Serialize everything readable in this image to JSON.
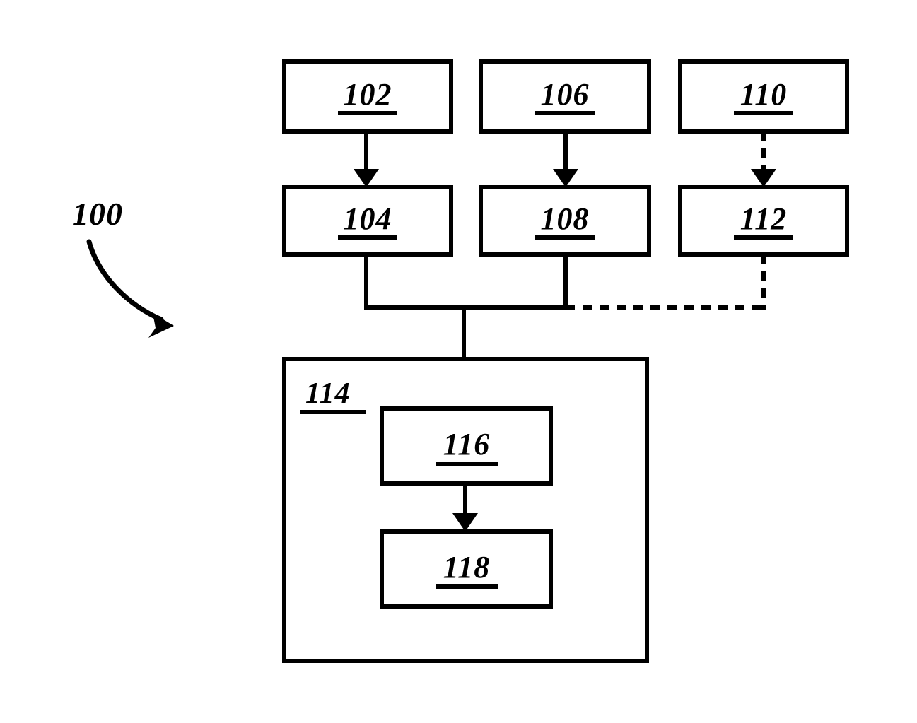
{
  "figure": {
    "title": "100",
    "figure_number_label": "100",
    "background_color": "#ffffff",
    "line_color": "#000000"
  },
  "nodes": {
    "n102": {
      "label": "102"
    },
    "n106": {
      "label": "106"
    },
    "n110": {
      "label": "110"
    },
    "n104": {
      "label": "104"
    },
    "n108": {
      "label": "108"
    },
    "n112": {
      "label": "112"
    },
    "n114": {
      "label": "114"
    },
    "n116": {
      "label": "116"
    },
    "n118": {
      "label": "118"
    }
  },
  "connectors": {
    "c102_104": {
      "style": "solid",
      "arrow": "filled-triangle"
    },
    "c106_108": {
      "style": "solid",
      "arrow": "filled-triangle"
    },
    "c110_112": {
      "style": "dashed",
      "arrow": "filled-triangle"
    },
    "c104_bus": {
      "style": "solid",
      "arrow": "none"
    },
    "c108_bus": {
      "style": "solid",
      "arrow": "none"
    },
    "c112_bus": {
      "style": "dashed",
      "arrow": "none"
    },
    "bus_left": {
      "style": "solid",
      "arrow": "none"
    },
    "bus_right": {
      "style": "dashed",
      "arrow": "none"
    },
    "c_bus_116": {
      "style": "solid",
      "arrow": "filled-triangle"
    },
    "c116_118": {
      "style": "solid",
      "arrow": "filled-triangle"
    },
    "c_lead_100": {
      "style": "curved",
      "arrow": "filled-triangle"
    }
  }
}
